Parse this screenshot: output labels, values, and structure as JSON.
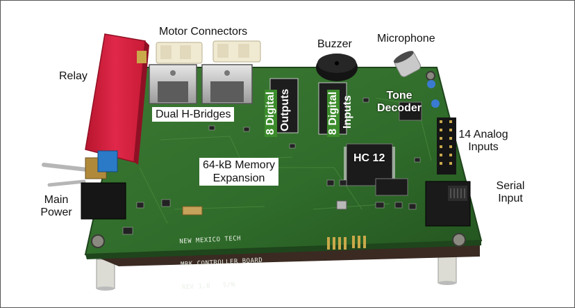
{
  "labels": {
    "motor_connectors": "Motor Connectors",
    "buzzer": "Buzzer",
    "microphone": "Microphone",
    "relay": "Relay",
    "dual_h_bridges": "Dual H-Bridges",
    "digital_outputs_num": "8 Digital",
    "digital_outputs_word": "Outputs",
    "digital_inputs_num": "8 Digital",
    "digital_inputs_word": "Inputs",
    "tone_decoder_line1": "Tone",
    "tone_decoder_line2": "Decoder",
    "hc12": "HC 12",
    "analog_inputs_line1": "14 Analog",
    "analog_inputs_line2": "Inputs",
    "memory_line1": "64-kB Memory",
    "memory_line2": "Expansion",
    "serial_line1": "Serial",
    "serial_line2": "Input",
    "main_power_line1": "Main",
    "main_power_line2": "Power"
  },
  "silkscreen": {
    "line1": "NEW MEXICO TECH",
    "line2": "MRK CONTROLLER BOARD",
    "line3": "REV 1.0   S/N"
  },
  "colors": {
    "pcb": "#2f6b2a",
    "relay": "#d11f3a",
    "label_green": "#3c8c2c"
  }
}
